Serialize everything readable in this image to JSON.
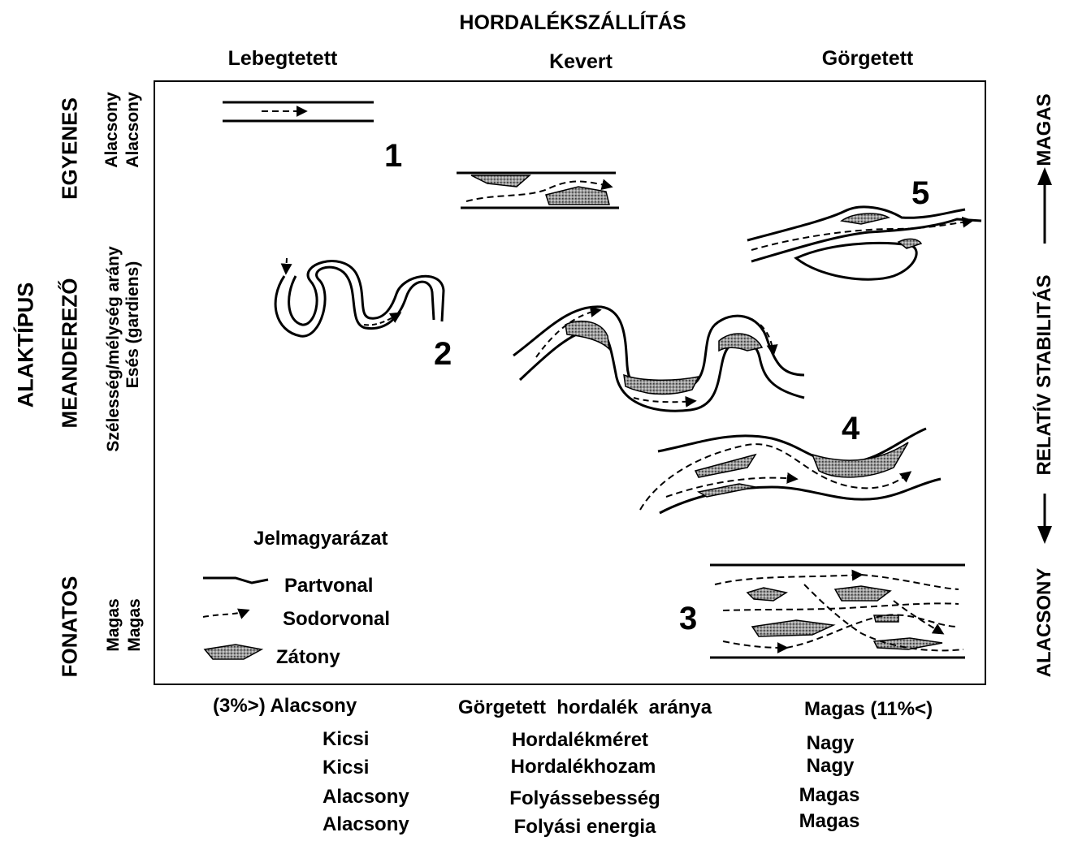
{
  "header": {
    "main_title": "HORDALÉKSZÁLLÍTÁS",
    "columns": [
      "Lebegtetett",
      "Kevert",
      "Görgetett"
    ]
  },
  "left_axis": {
    "title": "ALAKTÍPUS",
    "types": [
      "EGYENES",
      "MEANDEREZŐ",
      "FONATOS"
    ],
    "egyenes_values": [
      "Alacsony",
      "Alacsony"
    ],
    "meander_values": [
      "Szélesség/mélység arány",
      "Esés (gardiens)"
    ],
    "fonatos_values": [
      "Magas",
      "Magas"
    ]
  },
  "right_axis": {
    "low": "ALACSONY",
    "middle": "RELATÍV STABILITÁS",
    "high": "MAGAS"
  },
  "channels": [
    "1",
    "2",
    "3",
    "4",
    "5"
  ],
  "legend": {
    "title": "Jelmagyarázat",
    "items": [
      "Partvonal",
      "Sodorvonal",
      "Zátony"
    ]
  },
  "bottom": {
    "left_values": [
      "(3%>) Alacsony",
      "Kicsi",
      "Kicsi",
      "Alacsony",
      "Alacsony"
    ],
    "labels": [
      "Görgetett  hordalék  aránya",
      "Hordalékméret",
      "Hordalékhozam",
      "Folyássebesség",
      "Folyási energia"
    ],
    "right_values": [
      "Magas (11%<)",
      "Nagy",
      "Nagy",
      "Magas",
      "Magas"
    ]
  },
  "colors": {
    "line": "#000000",
    "bar_fill": "#8a8a8a",
    "background": "#ffffff"
  }
}
